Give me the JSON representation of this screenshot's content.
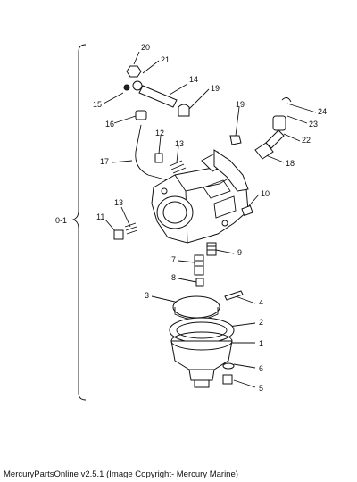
{
  "caption": "MercuryPartsOnline v2.5.1 (Image Copyright- Mercury Marine)",
  "group_label": "0-1",
  "callouts": [
    "20",
    "21",
    "14",
    "19",
    "15",
    "16",
    "19",
    "24",
    "23",
    "12",
    "13",
    "22",
    "17",
    "18",
    "10",
    "13",
    "11",
    "9",
    "7",
    "8",
    "4",
    "3",
    "2",
    "1",
    "6",
    "5"
  ]
}
